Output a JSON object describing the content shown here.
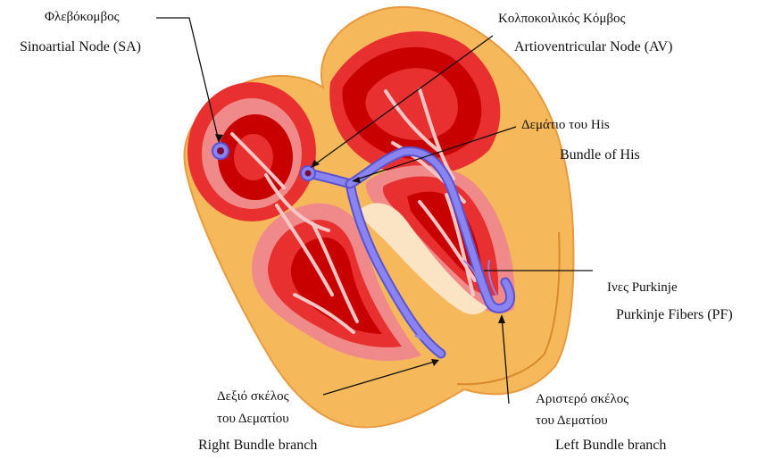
{
  "colors": {
    "outer": "#f5b85a",
    "outer_edge": "#e89a40",
    "chamber_wall": "#e83030",
    "chamber_dark": "#c80000",
    "chamber_light": "#f08a8a",
    "fiber": "#f4c6c6",
    "conduction": "#8a84f0",
    "conduction_edge": "#5a52d0",
    "septum_core": "#fbe4c4"
  },
  "labels": {
    "sa_greek": "Φλεβόκομβος",
    "sa_english": "Sinoartial Node (SA)",
    "av_greek": "Κολποκοιλικός Κόμβος",
    "av_english": "Artioventricular Node (AV)",
    "his_greek": "Δεμάτιο του His",
    "his_english": "Bundle of His",
    "pf_greek": "Ινες  Purkinje",
    "pf_english": "Purkinje Fibers (PF)",
    "rbb_greek_1": "Δεξιό σκέλος",
    "rbb_greek_2": "του Δεματίου",
    "rbb_english": "Right Bundle branch",
    "lbb_greek_1": "Αριστερό σκέλος",
    "lbb_greek_2": "του Δεματίου",
    "lbb_english": "Left Bundle branch"
  }
}
